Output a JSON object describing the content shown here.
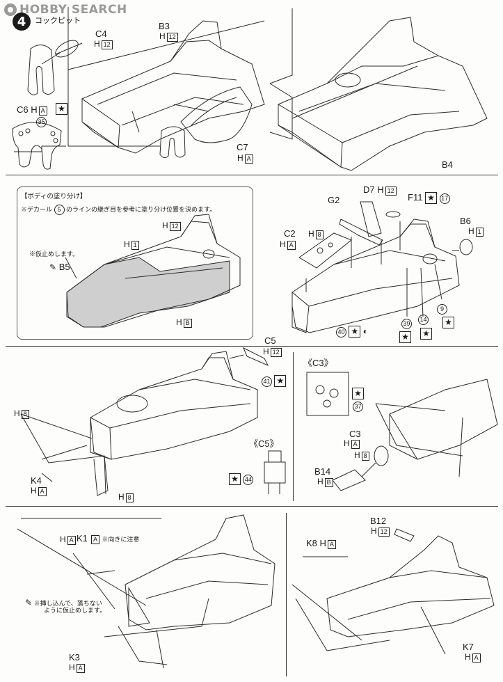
{
  "header": {
    "brand": "HOBBY SEARCH",
    "step_number": "4",
    "step_title": "コックピット"
  },
  "panel1": {
    "labels": [
      {
        "name": "C4",
        "grade": "12"
      },
      {
        "name": "B3",
        "grade": "12"
      },
      {
        "name": "C6",
        "grade": "A"
      },
      {
        "name": "C7",
        "grade": "A"
      },
      {
        "name": "B4"
      }
    ],
    "decal": "35"
  },
  "panel2": {
    "box_title": "【ボディの塗り分け】",
    "box_note_pre": "※デカール",
    "box_note_num": "5",
    "box_note_post": "のラインの継ぎ目を参考に塗り分け位置を決めます。",
    "tack_note": "※仮止めします。",
    "body_part": "B5",
    "grades": [
      "12",
      "1",
      "B"
    ],
    "labels": [
      {
        "name": "D7",
        "grade": "12"
      },
      {
        "name": "G2"
      },
      {
        "name": "F11",
        "decal": "17"
      },
      {
        "name": "C2",
        "grade": "8"
      },
      {
        "name": "B6",
        "grade": "1"
      }
    ],
    "grade_a": "A",
    "decals": [
      "40",
      "39",
      "14",
      "9"
    ]
  },
  "panel3": {
    "labels": [
      {
        "name": "C5",
        "grade": "12"
      },
      {
        "name": "K4",
        "grade": "A"
      }
    ],
    "grade_8": "8",
    "decal_41": "41",
    "inset_c5": "《C5》",
    "decal_44": "44"
  },
  "panel4": {
    "inset_c3": "《C3》",
    "decal_37": "37",
    "labels": [
      {
        "name": "C3",
        "grade": "A",
        "grade2": "8"
      },
      {
        "name": "B14",
        "grade": "B"
      }
    ]
  },
  "panel5": {
    "k1": "K1",
    "k1_grade": "A",
    "k1_note": "※向きに注意",
    "insert_note_1": "※挿し込んで、落ちない",
    "insert_note_2": "ように仮止めします。",
    "k3": "K3",
    "k3_grade": "A"
  },
  "panel6": {
    "b12": "B12",
    "b12_grade": "12",
    "k8": "K8",
    "k8_grade": "A",
    "k7": "K7",
    "k7_grade": "A"
  },
  "hiragana_h": "H",
  "star": "★"
}
